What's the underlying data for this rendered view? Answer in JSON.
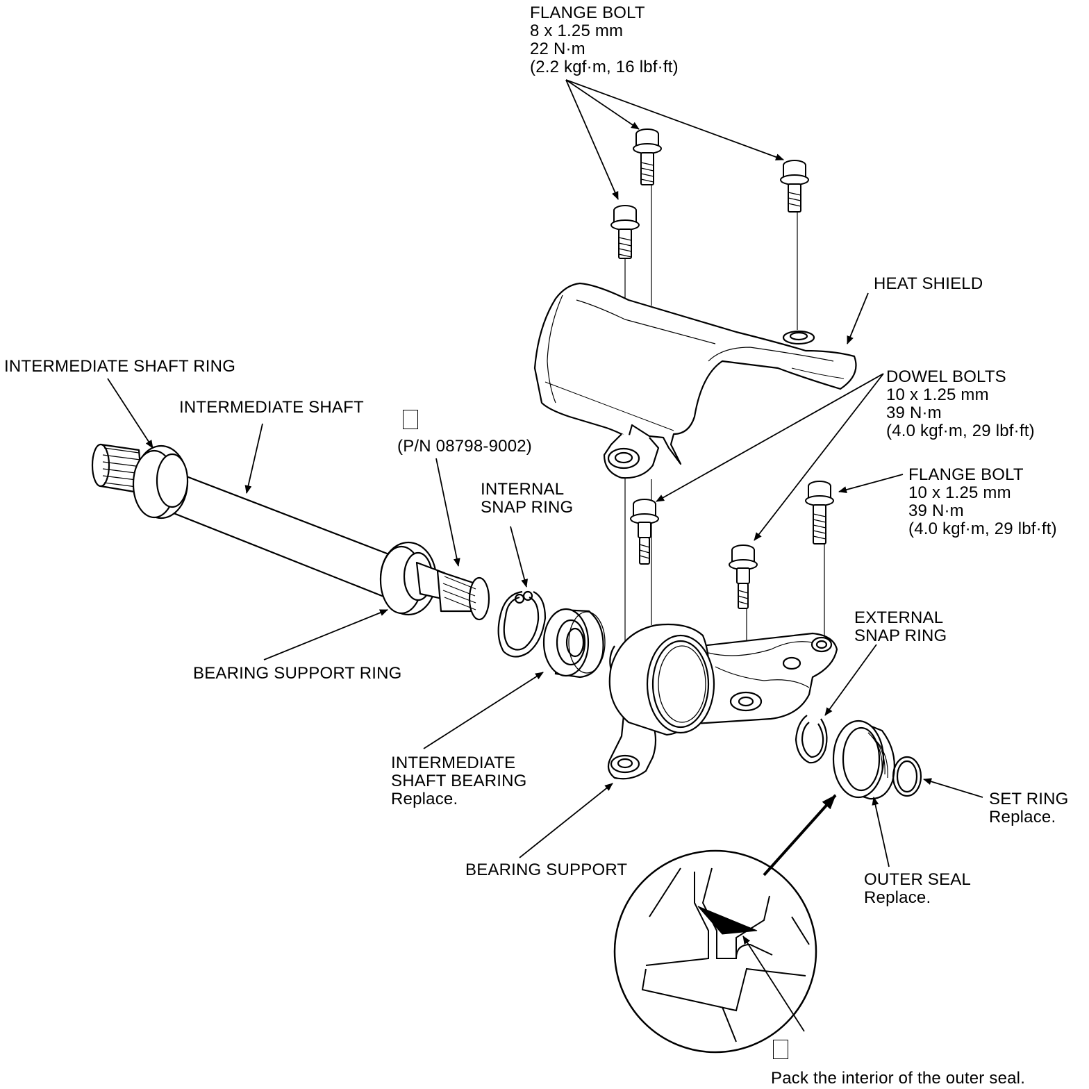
{
  "labels": {
    "flange_bolt_top": [
      "FLANGE BOLT",
      "8 x 1.25 mm",
      "22 N·m",
      "(2.2 kgf·m, 16 lbf·ft)"
    ],
    "heat_shield": "HEAT SHIELD",
    "intermediate_shaft_ring": "INTERMEDIATE SHAFT RING",
    "intermediate_shaft": "INTERMEDIATE SHAFT",
    "part_number": "(P/N 08798-9002)",
    "dowel_bolts": [
      "DOWEL BOLTS",
      "10 x 1.25 mm",
      "39 N·m",
      "(4.0 kgf·m, 29 lbf·ft)"
    ],
    "flange_bolt_right": [
      "FLANGE BOLT",
      "10 x 1.25 mm",
      "39 N·m",
      "(4.0 kgf·m, 29 lbf·ft)"
    ],
    "internal_snap_ring": [
      "INTERNAL",
      "SNAP RING"
    ],
    "bearing_support_ring": "BEARING SUPPORT RING",
    "external_snap_ring": [
      "EXTERNAL",
      "SNAP RING"
    ],
    "intermediate_shaft_bearing": [
      "INTERMEDIATE",
      "SHAFT BEARING",
      "Replace."
    ],
    "set_ring": [
      "SET RING",
      "Replace."
    ],
    "bearing_support": "BEARING SUPPORT",
    "outer_seal": [
      "OUTER SEAL",
      "Replace."
    ],
    "pack_note": "Pack the interior of the outer seal."
  }
}
